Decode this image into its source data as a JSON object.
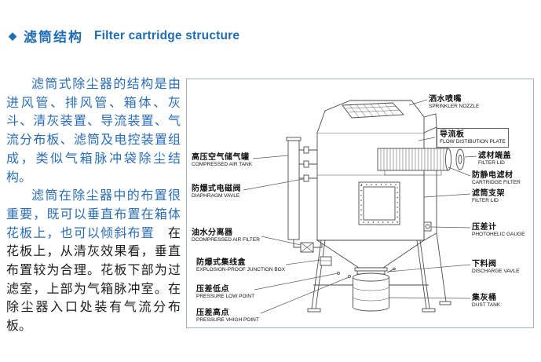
{
  "header": {
    "bullet": "◆",
    "title_cn": "滤筒结构",
    "title_en": "Filter cartridge structure"
  },
  "article": {
    "p1": "滤筒式除尘器的结构是由进风管、排风管、箱体、灰斗、清灰装置、导流装置、气流分布板、滤筒及电控装置组成，类似气箱脉冲袋除尘结构。",
    "p2_colored": "滤筒在除尘器中的布置很重要，既可以垂直布置在箱体花板上，也可以倾斜布置　",
    "p2_plain": "在花板上，从清灰效果看，垂直布置较为合理。花板下部为过滤室，上部为气箱脉冲室。在除尘器入口处装有气流分布板。"
  },
  "diagram": {
    "labels": {
      "sprinkler": {
        "cn": "洒水喷嘴",
        "en": "SPRINKLER NOZZLE"
      },
      "flow": {
        "cn": "导流板",
        "en": "FLOW DISTIBUTION PLATE"
      },
      "filter_lid": {
        "cn": "滤材端盖",
        "en": "FILTER LID"
      },
      "cartridge": {
        "cn": "防静电滤材",
        "en": "CARTRIDGE FILTER"
      },
      "support": {
        "cn": "滤筒支架",
        "en": "FILTER LID"
      },
      "gauge": {
        "cn": "压差计",
        "en": "PHOTOHELIC GAUGE"
      },
      "discharge": {
        "cn": "下料阀",
        "en": "DISCHARGE VAVLE"
      },
      "dust_tank": {
        "cn": "集灰桶",
        "en": "DUST TANK"
      },
      "air_tank": {
        "cn": "高压空气储气罐",
        "en": "COMPRESSED AIR TANK"
      },
      "diaphragm": {
        "cn": "防爆式电磁阀",
        "en": "DIAPHRAGM VAVLE"
      },
      "air_filter": {
        "cn": "油水分离器",
        "en": "DCOMPRESSED AIR FILTER"
      },
      "junction": {
        "cn": "防爆式集线盒",
        "en": "EXPLOSION-PROOF JUNCTION BOX"
      },
      "low": {
        "cn": "压差低点",
        "en": "PRESSURE LOW POINT"
      },
      "high": {
        "cn": "压差高点",
        "en": "PRESSURE VHIGH POINT"
      }
    }
  },
  "colors": {
    "accent_blue": "#1f6cb2",
    "body_blue": "#2a6db5",
    "panel_border": "#9db0c7",
    "line_art": "#4a4a4a"
  }
}
